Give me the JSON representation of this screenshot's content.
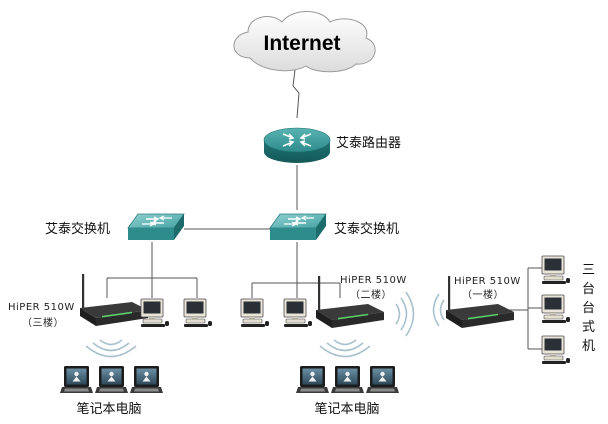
{
  "internet_label": "Internet",
  "router_label": "艾泰路由器",
  "switch_left_label": "艾泰交换机",
  "switch_right_label": "艾泰交换机",
  "ap_third_model": "HiPER 510W",
  "ap_third_floor": "（三楼）",
  "ap_second_model": "HiPER 510W",
  "ap_second_floor": "（二楼）",
  "ap_first_model": "HiPER 510W",
  "ap_first_floor": "（一楼）",
  "laptops_left_label": "笔记本电脑",
  "laptops_right_label": "笔记本电脑",
  "desktops_label_chars": [
    "三",
    "台",
    "台",
    "式",
    "机"
  ]
}
